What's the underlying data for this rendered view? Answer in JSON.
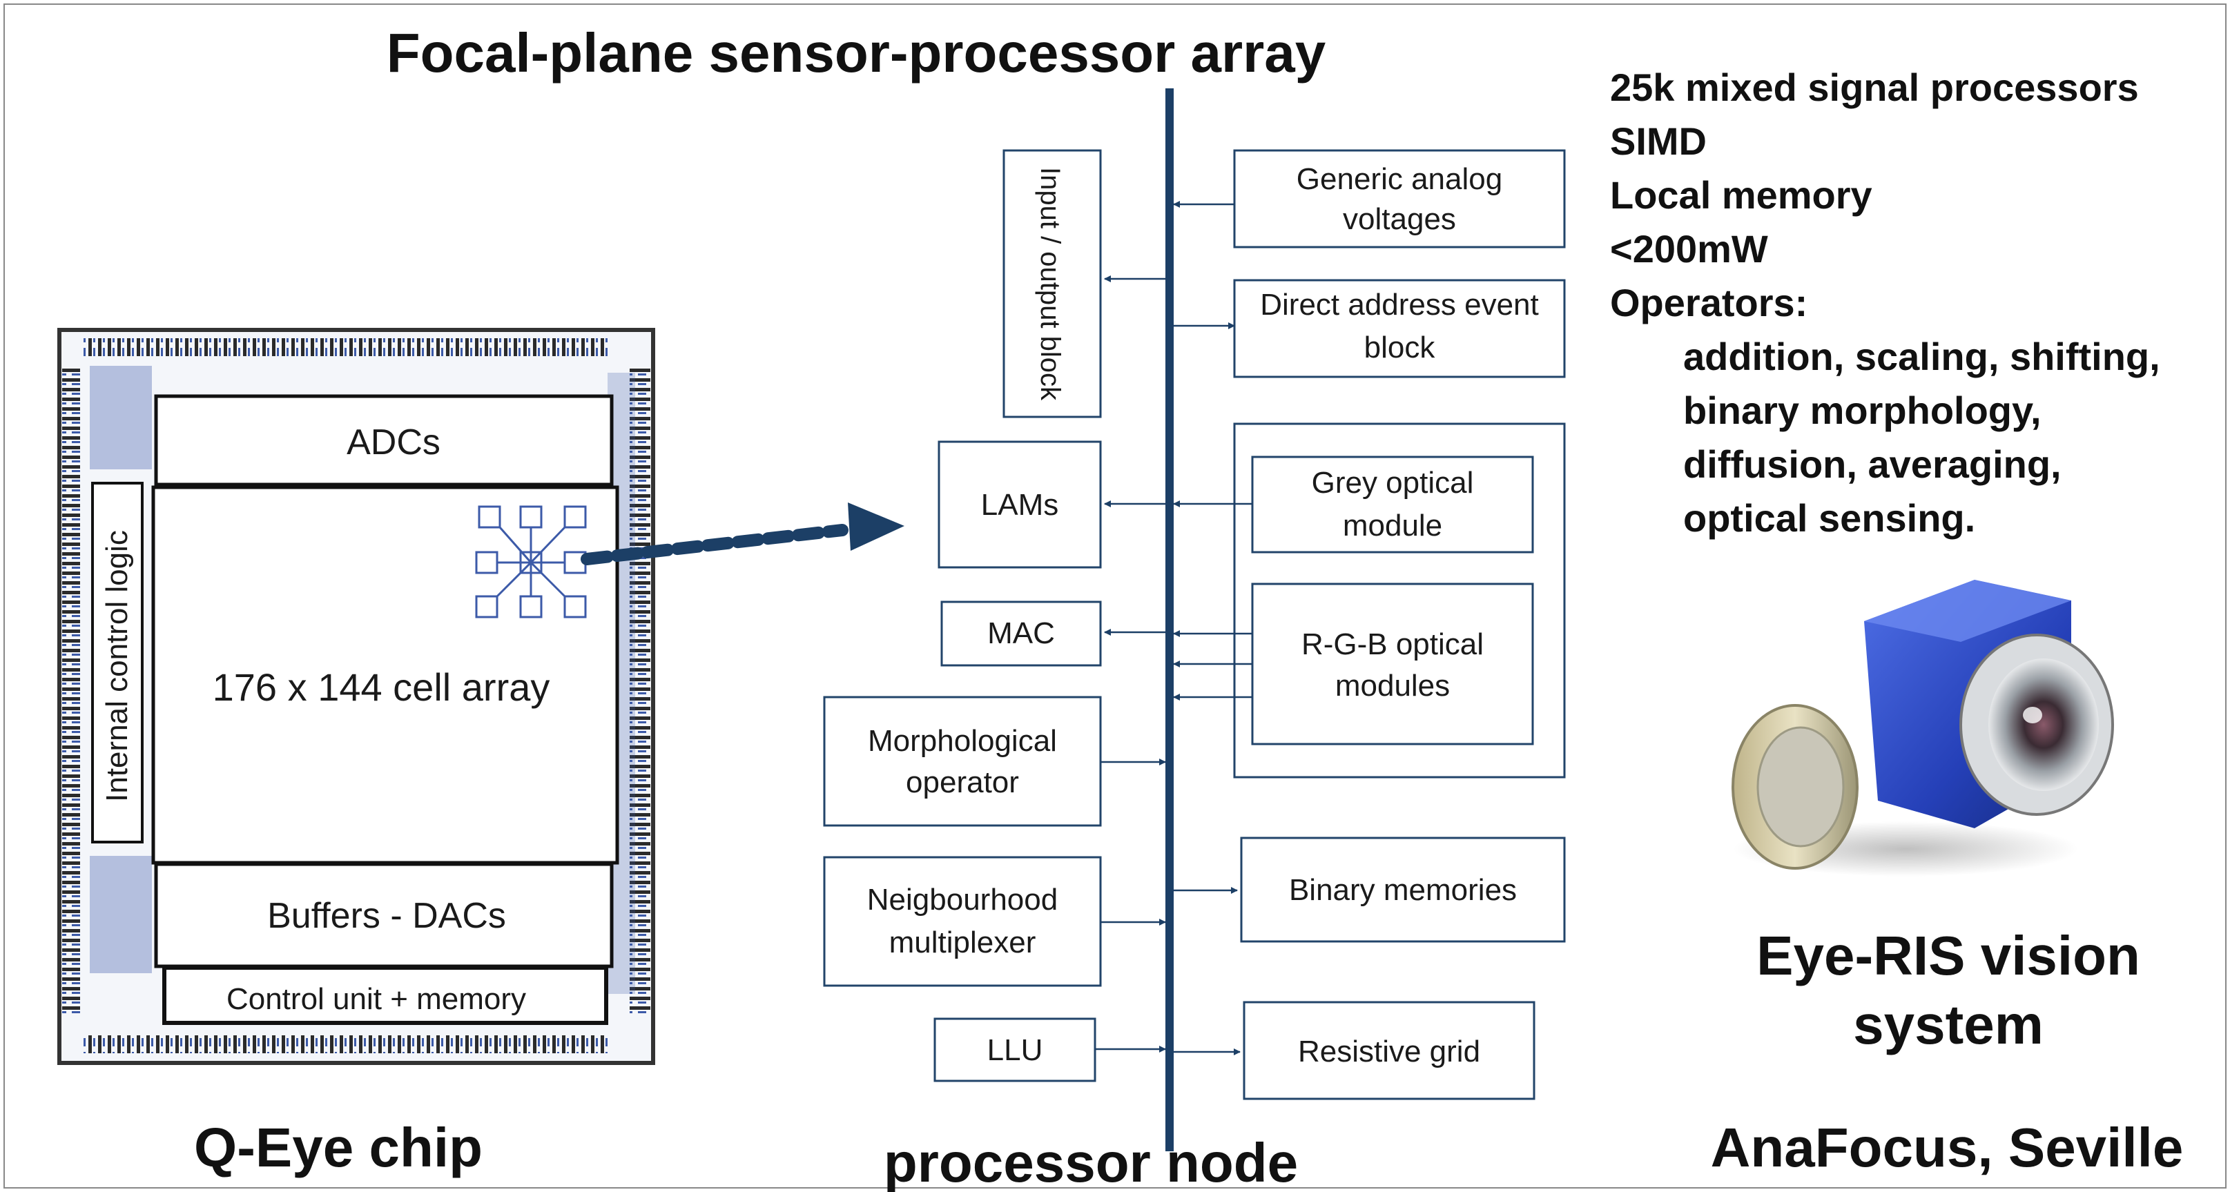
{
  "title": "Focal-plane sensor-processor array",
  "chip": {
    "caption": "Q-Eye chip",
    "adcs": "ADCs",
    "internal_logic": "Internal control logic",
    "cell_array": "176 x 144  cell array",
    "buffers": "Buffers - DACs",
    "control_unit": "Control unit + memory"
  },
  "node": {
    "caption": "processor node",
    "io_block": "Input / output block",
    "lams": "LAMs",
    "mac": "MAC",
    "morph_line1": "Morphological",
    "morph_line2": "operator",
    "neigh_line1": "Neigbourhood",
    "neigh_line2": "multiplexer",
    "llu": "LLU",
    "analog_line1": "Generic analog",
    "analog_line2": "voltages",
    "dae_line1": "Direct address event",
    "dae_line2": "block",
    "grey_line1": "Grey optical",
    "grey_line2": "module",
    "rgb_line1": "R-G-B optical",
    "rgb_line2": "modules",
    "binary": "Binary memories",
    "resistive": "Resistive grid"
  },
  "specs": {
    "line1": "25k mixed signal processors",
    "line2": "SIMD",
    "line3": "Local memory",
    "line4": "<200mW",
    "line5": "Operators:",
    "ops1": "addition, scaling, shifting,",
    "ops2": "binary morphology,",
    "ops3": "diffusion, averaging,",
    "ops4": "optical sensing."
  },
  "camera": {
    "caption_line1": "Eye-RIS vision",
    "caption_line2": "system",
    "maker": "AnaFocus, Seville"
  },
  "colors": {
    "bus": "#1c3f66",
    "box_border": "#22446a",
    "chip_blue": "#3c5aa8",
    "camera_blue": "#2b4fc4"
  }
}
